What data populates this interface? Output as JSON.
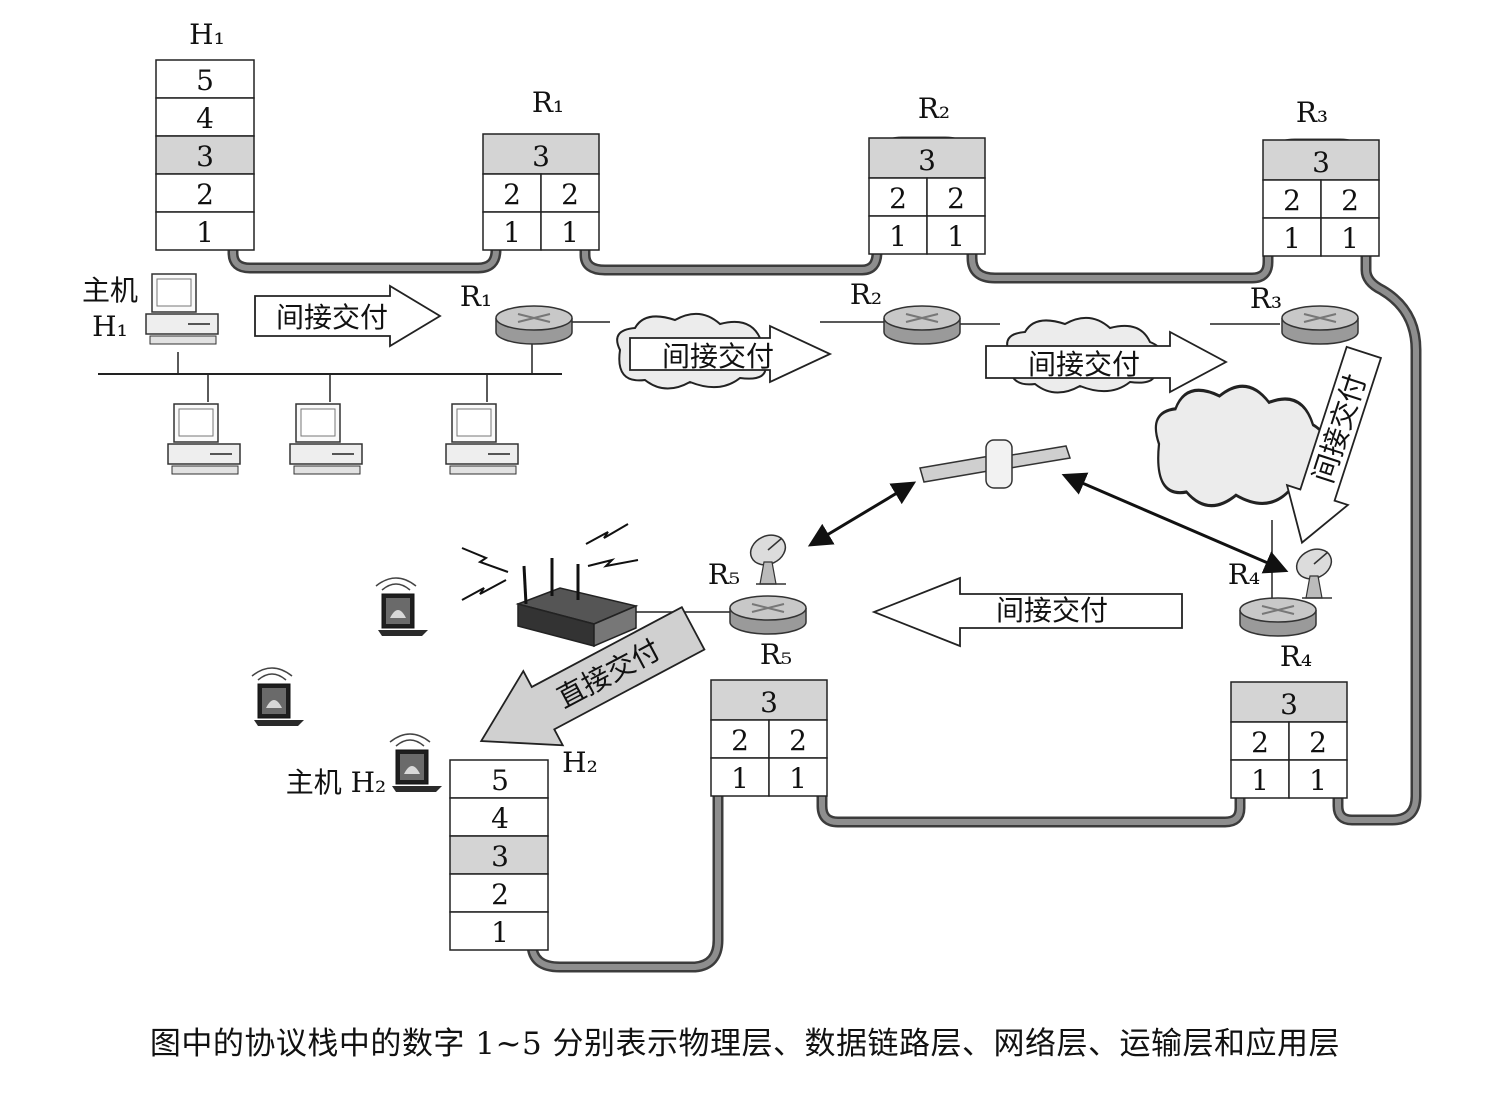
{
  "host_h1": {
    "title": "H₁",
    "layers": [
      "5",
      "4",
      "3",
      "2",
      "1"
    ],
    "label_top": "主机",
    "label_bottom": "H₁"
  },
  "host_h2": {
    "title": "H₂",
    "layers": [
      "5",
      "4",
      "3",
      "2",
      "1"
    ],
    "label": "主机 H₂"
  },
  "router_stacks": [
    {
      "title": "R₁",
      "net": "3",
      "link": [
        "2",
        "2"
      ],
      "phys": [
        "1",
        "1"
      ]
    },
    {
      "title": "R₂",
      "net": "3",
      "link": [
        "2",
        "2"
      ],
      "phys": [
        "1",
        "1"
      ]
    },
    {
      "title": "R₃",
      "net": "3",
      "link": [
        "2",
        "2"
      ],
      "phys": [
        "1",
        "1"
      ]
    },
    {
      "title": "R₄",
      "net": "3",
      "link": [
        "2",
        "2"
      ],
      "phys": [
        "1",
        "1"
      ]
    },
    {
      "title": "R₅",
      "net": "3",
      "link": [
        "2",
        "2"
      ],
      "phys": [
        "1",
        "1"
      ]
    }
  ],
  "router_labels": [
    "R₁",
    "R₂",
    "R₃",
    "R₄",
    "R₅"
  ],
  "arrows": {
    "indirect": "间接交付",
    "direct": "直接交付"
  },
  "caption": "图中的协议栈中的数字 1~5 分别表示物理层、数据链路层、网络层、运输层和应用层",
  "colors": {
    "path": "#8e8e8e",
    "path_edge": "#3c3c3c",
    "shade": "#d4d4d4",
    "line": "#222222"
  }
}
